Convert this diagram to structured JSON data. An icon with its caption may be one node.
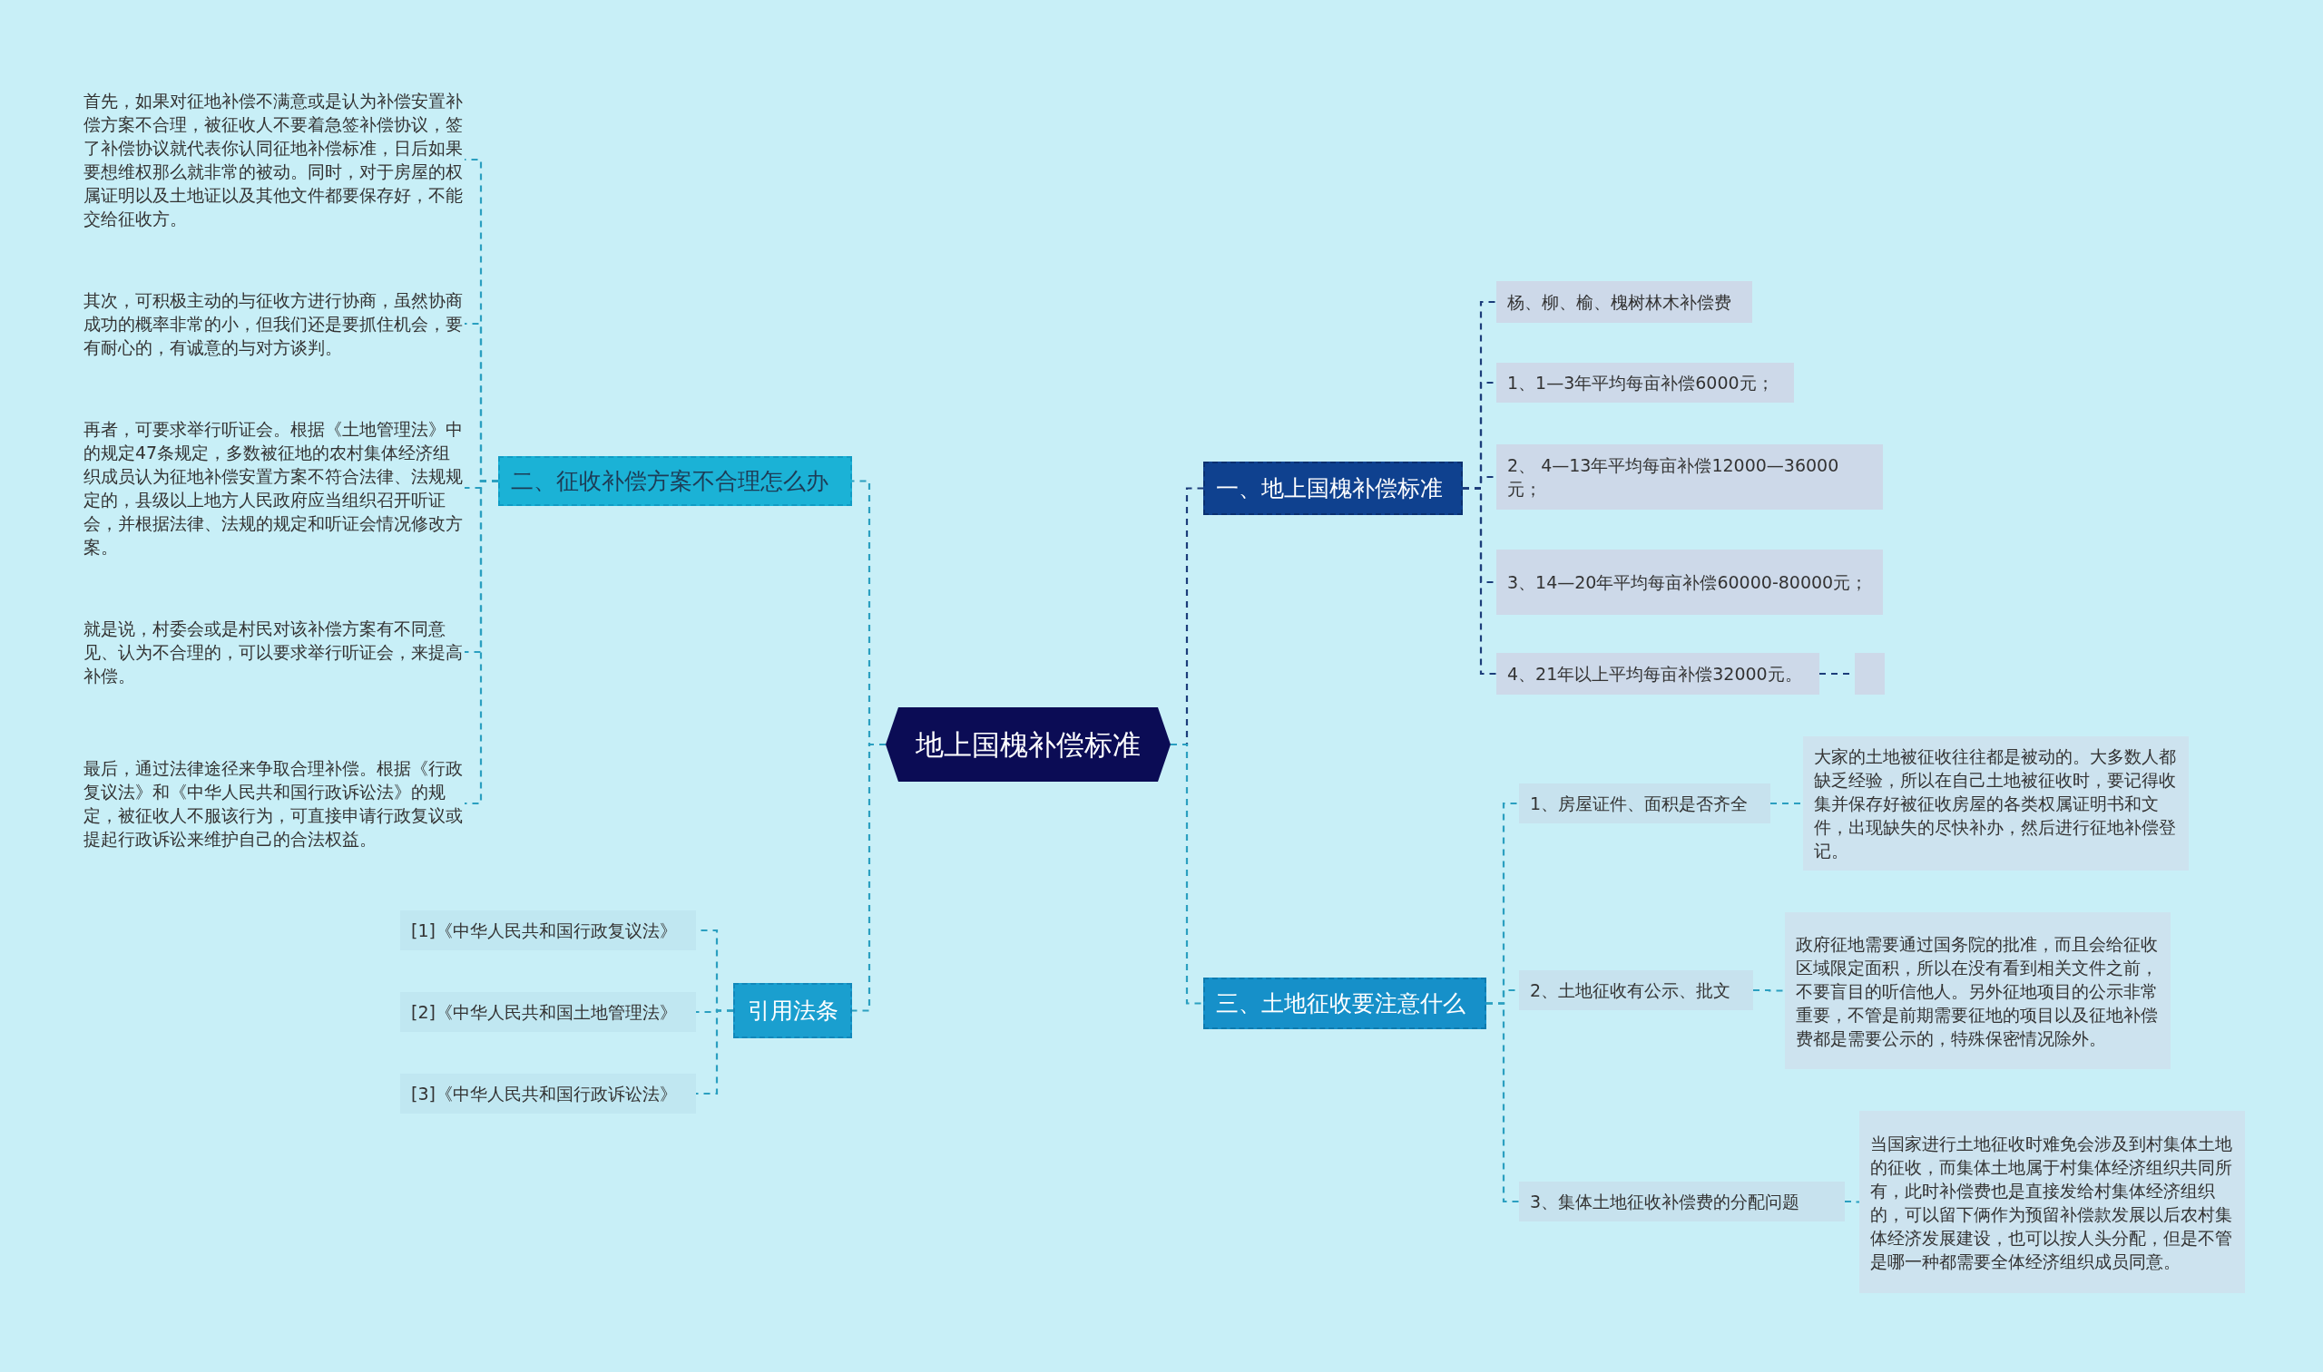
{
  "diagram": {
    "nodes": [
      {
        "text": [
          "地上国槐补偿标准"
        ]
      },
      {
        "text": [
          "二、征收补偿方案不合理怎么办"
        ]
      },
      {
        "text": [
          "首先，如果对征地补偿不满意或是认为补偿安置补偿方案不合理，被征收人不要着急签补偿协议，签了补偿协议就代表你认同征地补偿标准，日后如果要想维权那么就非常的被动。同时，对于房屋的权属证明以及土地证以及其他文件都要保存好，不能交给征收方。"
        ]
      },
      {
        "text": [
          "其次，可积极主动的与征收方进行协商，虽然协商成功的概率非常的小，但我们还是要抓住机会，要有耐心的，有诚意的与对方谈判。"
        ]
      },
      {
        "text": [
          "再者，可要求举行听证会。根据《土地管理法》中的规定47条规定，多数被征地的农村集体经济组织成员认为征地补偿安置方案不符合法律、法规规定的，县级以上地方人民政府应当组织召开听证会，并根据法律、法规的规定和听证会情况修改方案。"
        ]
      },
      {
        "text": [
          "就是说，村委会或是村民对该补偿方案有不同意见、认为不合理的，可以要求举行听证会，来提高补偿。"
        ]
      },
      {
        "text": [
          "最后，通过法律途径来争取合理补偿。根据《行政复议法》和《中华人民共和国行政诉讼法》的规定，被征收人不服该行为，可直接申请行政复议或提起行政诉讼来维护自己的合法权益。"
        ]
      },
      {
        "text": [
          "引用法条"
        ]
      },
      {
        "text": [
          "[1]《中华人民共和国行政复议法》"
        ]
      },
      {
        "text": [
          "[2]《中华人民共和国土地管理法》"
        ]
      },
      {
        "text": [
          "[3]《中华人民共和国行政诉讼法》"
        ]
      },
      {
        "text": [
          "一、地上国槐补偿标准"
        ]
      },
      {
        "text": [
          "杨、柳、榆、槐树林木补偿费"
        ]
      },
      {
        "text": [
          "1、1—3年平均每亩补偿6000元；"
        ]
      },
      {
        "text": [
          "2、 4—13年平均每亩补偿12000—36000元；"
        ]
      },
      {
        "text": [
          "3、14—20年平均每亩补偿60000-80000元；"
        ]
      },
      {
        "text": [
          "4、21年以上平均每亩补偿32000元。"
        ]
      },
      {
        "text": [],
        "shape": "box"
      },
      {
        "text": [
          "三、土地征收要注意什么"
        ]
      },
      {
        "text": [
          "1、房屋证件、面积是否齐全"
        ]
      },
      {
        "text": [
          "大家的土地被征收往往都是被动的。大多数人都缺乏经验，所以在自己土地被征收时，要记得收集并保存好被征收房屋的各类权属证明书和文件，出现缺失的尽快补办，然后进行征地补偿登记。"
        ]
      },
      {
        "text": [
          "2、土地征收有公示、批文"
        ]
      },
      {
        "text": [
          "政府征地需要通过国务院的批准，而且会给征收区域限定面积，所以在没有看到相关文件之前，不要盲目的听信他人。另外征地项目的公示非常重要，不管是前期需要征地的项目以及征地补偿费都是需要公示的，特殊保密情况除外。"
        ]
      },
      {
        "text": [
          "3、集体土地征收补偿费的分配问题"
        ]
      },
      {
        "text": [
          "当国家进行土地征收时难免会涉及到村集体土地的征收，而集体土地属于村集体经济组织共同所有，此时补偿费也是直接发给村集体经济组织的，可以留下俩作为预留补偿款发展以后农村集体经济发展建设，也可以按人头分配，但是不管是哪一种都需要全体经济组织成员同意。"
        ]
      }
    ],
    "edges": [
      {
        "from": 0,
        "to": 1,
        "arrow": "none"
      },
      {
        "from": 0,
        "to": 7,
        "arrow": "none"
      },
      {
        "from": 0,
        "to": 11,
        "arrow": "none",
        "color": "#1c3d7a"
      },
      {
        "from": 0,
        "to": 18,
        "arrow": "none"
      },
      {
        "from": 1,
        "to": 2,
        "arrow": "none"
      },
      {
        "from": 1,
        "to": 3,
        "arrow": "none"
      },
      {
        "from": 1,
        "to": 4,
        "arrow": "none"
      },
      {
        "from": 1,
        "to": 5,
        "arrow": "none"
      },
      {
        "from": 1,
        "to": 6,
        "arrow": "none"
      },
      {
        "from": 7,
        "to": 8,
        "arrow": "none"
      },
      {
        "from": 7,
        "to": 9,
        "arrow": "none"
      },
      {
        "from": 7,
        "to": 10,
        "arrow": "none"
      },
      {
        "from": 11,
        "to": 12,
        "arrow": "none",
        "color": "#1c3d7a"
      },
      {
        "from": 11,
        "to": 13,
        "arrow": "none",
        "color": "#1c3d7a"
      },
      {
        "from": 11,
        "to": 14,
        "arrow": "none",
        "color": "#1c3d7a"
      },
      {
        "from": 11,
        "to": 15,
        "arrow": "none",
        "color": "#1c3d7a"
      },
      {
        "from": 11,
        "to": 16,
        "arrow": "none",
        "color": "#1c3d7a"
      },
      {
        "from": 16,
        "to": 17,
        "arrow": "none",
        "color": "#1c3d7a"
      },
      {
        "from": 18,
        "to": 19,
        "arrow": "none"
      },
      {
        "from": 18,
        "to": 21,
        "arrow": "none"
      },
      {
        "from": 18,
        "to": 23,
        "arrow": "none"
      },
      {
        "from": 19,
        "to": 20,
        "arrow": "none"
      },
      {
        "from": 21,
        "to": 22,
        "arrow": "none"
      },
      {
        "from": 23,
        "to": 24,
        "arrow": "none"
      }
    ]
  }
}
